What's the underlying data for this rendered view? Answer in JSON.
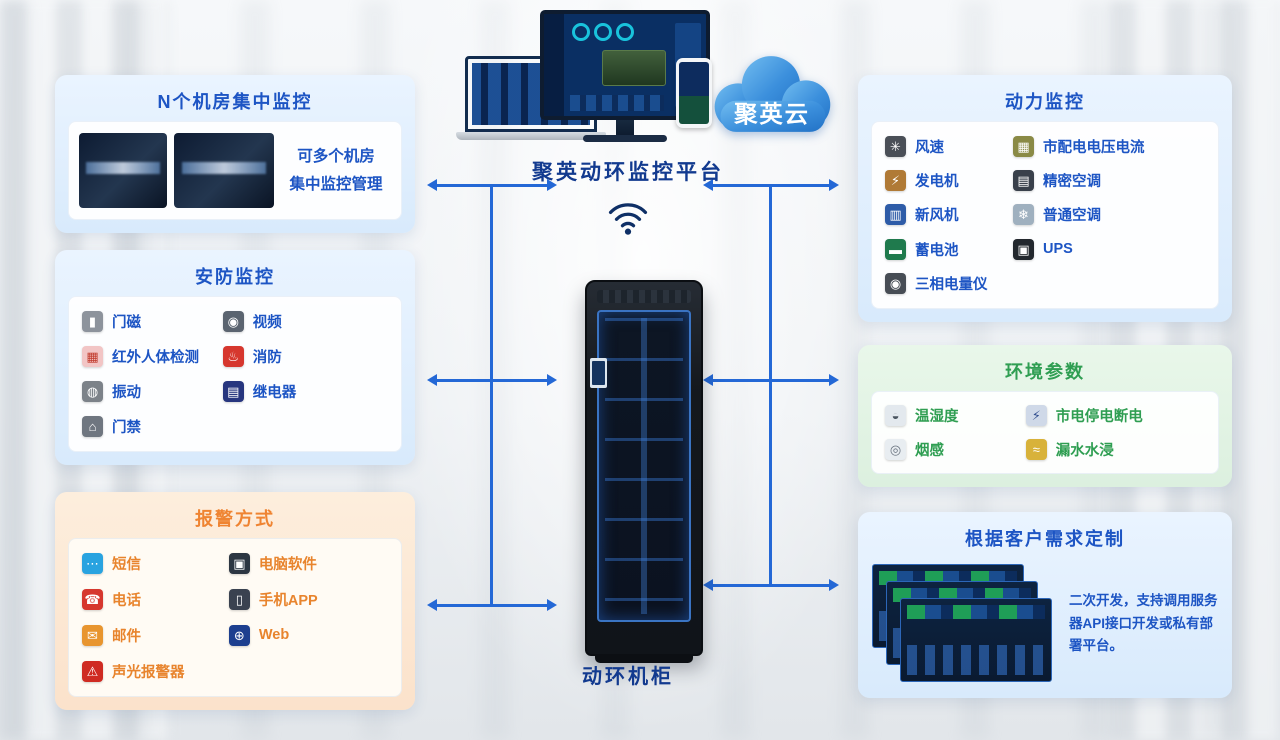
{
  "cloud": {
    "label": "聚英云"
  },
  "platform": {
    "title": "聚英动环监控平台"
  },
  "rack": {
    "label": "动环机柜"
  },
  "colors": {
    "blue_text": "#1d55c4",
    "orange_text": "#ef8432",
    "green_text": "#2f9e52",
    "arrow": "#2468d6"
  },
  "panels": {
    "rooms": {
      "title": "N个机房集中监控",
      "caption_line1": "可多个机房",
      "caption_line2": "集中监控管理"
    },
    "security": {
      "title": "安防监控",
      "items": [
        {
          "label": "门磁",
          "glyph": "▮",
          "color": "#8d939c"
        },
        {
          "label": "视频",
          "glyph": "◉",
          "color": "#5b6470"
        },
        {
          "label": "红外人体检测",
          "glyph": "▦",
          "color": "#f2c5c5",
          "fg": "#c0392b"
        },
        {
          "label": "消防",
          "glyph": "♨",
          "color": "#d6372e"
        },
        {
          "label": "振动",
          "glyph": "◍",
          "color": "#7c8289"
        },
        {
          "label": "继电器",
          "glyph": "▤",
          "color": "#27367f"
        },
        {
          "label": "门禁",
          "glyph": "⌂",
          "color": "#6f7680"
        }
      ]
    },
    "alarm": {
      "title": "报警方式",
      "items": [
        {
          "label": "短信",
          "glyph": "⋯",
          "color": "#29a3e0"
        },
        {
          "label": "电脑软件",
          "glyph": "▣",
          "color": "#2c3642"
        },
        {
          "label": "电话",
          "glyph": "☎",
          "color": "#d6372e"
        },
        {
          "label": "手机APP",
          "glyph": "▯",
          "color": "#3a4250"
        },
        {
          "label": "邮件",
          "glyph": "✉",
          "color": "#e8952f"
        },
        {
          "label": "Web",
          "glyph": "⊕",
          "color": "#1d3f8f"
        },
        {
          "label": "声光报警器",
          "glyph": "⚠",
          "color": "#cf2b22"
        }
      ]
    },
    "power": {
      "title": "动力监控",
      "items": [
        {
          "label": "风速",
          "glyph": "✳",
          "color": "#4a4f57"
        },
        {
          "label": "市配电电压电流",
          "glyph": "▦",
          "color": "#8a8a46"
        },
        {
          "label": "发电机",
          "glyph": "⚡",
          "color": "#b07a36"
        },
        {
          "label": "精密空调",
          "glyph": "▤",
          "color": "#39404b"
        },
        {
          "label": "新风机",
          "glyph": "▥",
          "color": "#2e5ca8"
        },
        {
          "label": "普通空调",
          "glyph": "❄",
          "color": "#9fb0bf"
        },
        {
          "label": "蓄电池",
          "glyph": "▬",
          "color": "#1f7a4d"
        },
        {
          "label": "UPS",
          "glyph": "▣",
          "color": "#23282e"
        },
        {
          "label": "三相电量仪",
          "glyph": "◉",
          "color": "#474d55"
        }
      ]
    },
    "environment": {
      "title": "环境参数",
      "items": [
        {
          "label": "温湿度",
          "glyph": "◒",
          "color": "#e3e9ee",
          "fg": "#4a5560"
        },
        {
          "label": "市电停电断电",
          "glyph": "⚡",
          "color": "#cfd9e8",
          "fg": "#33508f"
        },
        {
          "label": "烟感",
          "glyph": "◎",
          "color": "#e8edf1",
          "fg": "#6a7480"
        },
        {
          "label": "漏水水浸",
          "glyph": "≈",
          "color": "#d8b23a"
        }
      ]
    },
    "custom": {
      "title": "根据客户需求定制",
      "description": "二次开发，支持调用服务器API接口开发或私有部署平台。"
    }
  }
}
